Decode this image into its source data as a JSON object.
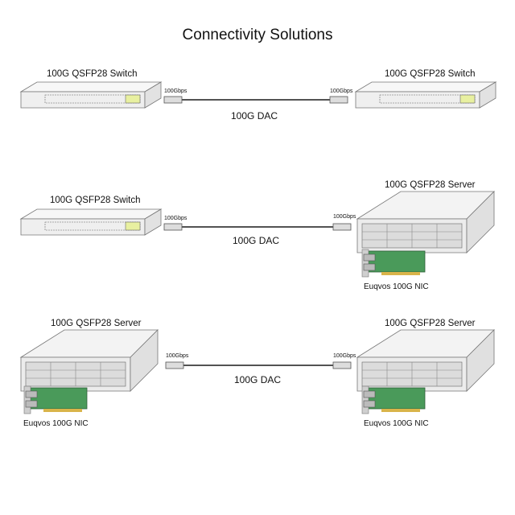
{
  "title": "Connectivity Solutions",
  "rows": [
    {
      "left": {
        "label": "100G QSFP28 Switch"
      },
      "right": {
        "label": "100G QSFP28 Switch"
      },
      "left_speed": "100Gbps",
      "right_speed": "100Gbps",
      "cable_label": "100G  DAC"
    },
    {
      "left": {
        "label": "100G QSFP28 Switch"
      },
      "right": {
        "label": "100G QSFP28 Server",
        "nic_label": "Euqvos 100G NIC"
      },
      "left_speed": "100Gbps",
      "right_speed": "100Gbps",
      "cable_label": "100G DAC"
    },
    {
      "left": {
        "label": "100G QSFP28 Server",
        "nic_label": "Euqvos 100G NIC"
      },
      "right": {
        "label": "100G QSFP28 Server",
        "nic_label": "Euqvos 100G NIC"
      },
      "left_speed": "100Gbps",
      "right_speed": "100Gbps",
      "cable_label": "100G DAC"
    }
  ],
  "colors": {
    "nic_pcb": "#4a9a5a",
    "cable": "#1a1a1a",
    "chassis": "#f4f4f4"
  }
}
